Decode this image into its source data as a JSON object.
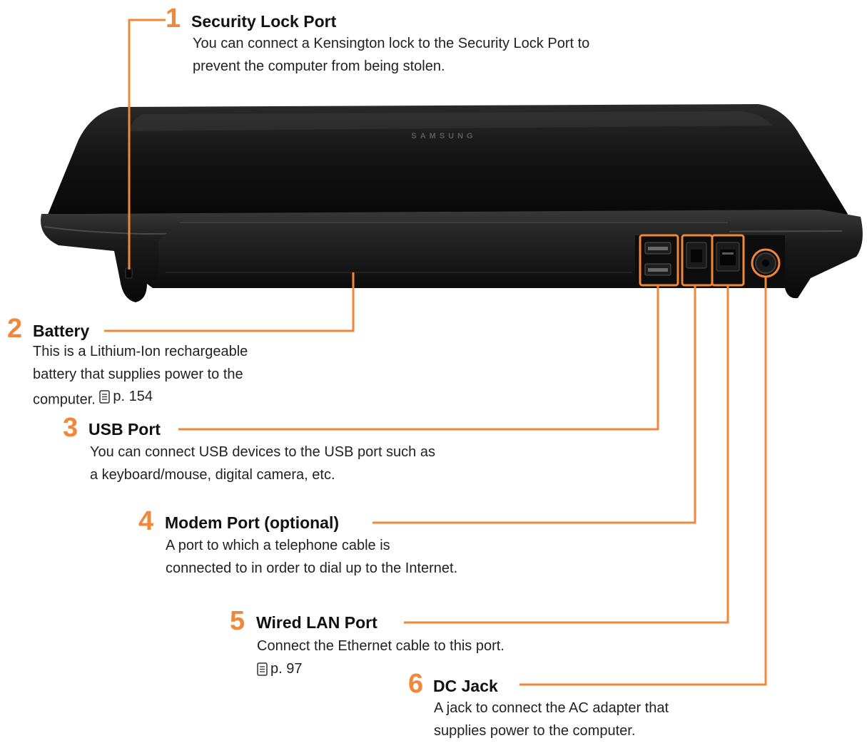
{
  "colors": {
    "accent": "#F0873A",
    "laptop_body": "#141414"
  },
  "laptop": {
    "brand": "SAMSUNG"
  },
  "callouts": [
    {
      "number": "1",
      "title": "Security Lock Port",
      "desc": [
        "You can connect a Kensington lock to the Security Lock Port to",
        "prevent the computer from being stolen."
      ]
    },
    {
      "number": "2",
      "title": "Battery",
      "desc": [
        "This is a Lithium-Ion rechargeable",
        "battery that supplies power to the",
        "computer."
      ],
      "ref": "p. 154"
    },
    {
      "number": "3",
      "title": "USB Port",
      "desc": [
        "You can connect USB devices to the USB port such as",
        "a keyboard/mouse, digital camera, etc."
      ]
    },
    {
      "number": "4",
      "title": "Modem Port (optional)",
      "desc": [
        "A port to which a telephone cable is",
        "connected to in order to dial up to the Internet."
      ]
    },
    {
      "number": "5",
      "title": "Wired LAN Port",
      "desc": [
        "Connect the Ethernet cable to this port."
      ],
      "ref": "p. 97"
    },
    {
      "number": "6",
      "title": "DC Jack",
      "desc": [
        "A jack to connect the AC adapter that",
        "supplies power to the computer."
      ]
    }
  ]
}
